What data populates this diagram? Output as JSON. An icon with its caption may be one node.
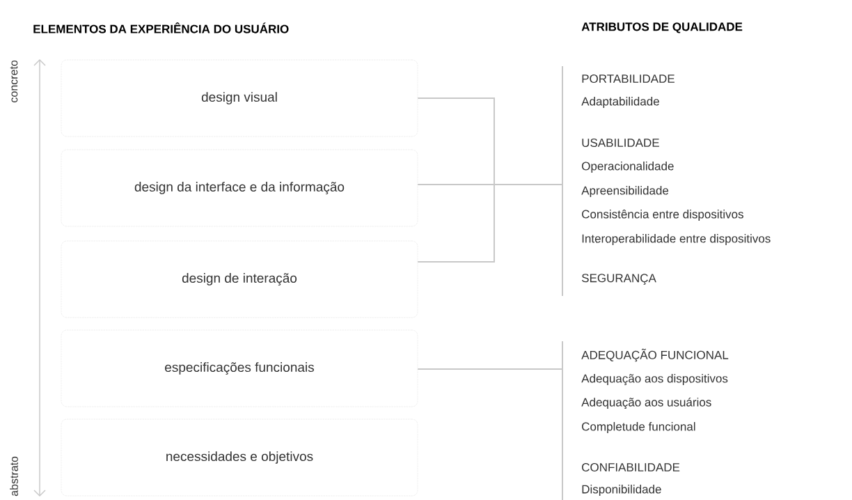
{
  "diagram": {
    "nodes": [
      {
        "text": [
          "design visual"
        ]
      },
      {
        "text": [
          "design da interface e da informação"
        ]
      },
      {
        "text": [
          "design de interação"
        ]
      },
      {
        "text": [
          "especificações funcionais"
        ]
      },
      {
        "text": [
          "necessidades e objetivos"
        ]
      },
      {
        "text": [
          "PORTABILIDADE",
          "Adaptabilidade",
          "USABILIDADE",
          "Operacionalidade",
          "Apreensibilidade",
          "Consistência entre dispositivos",
          "Interoperabilidade entre dispositivos",
          "SEGURANÇA"
        ]
      },
      {
        "text": [
          "ADEQUAÇÃO FUNCIONAL",
          "Adequação aos dispositivos",
          "Adequação aos usuários",
          "Completude funcional",
          "CONFIABILIDADE",
          "Disponibilidade"
        ]
      }
    ],
    "edges": [
      {
        "from": 0,
        "to": 5,
        "arrow": "none"
      },
      {
        "from": 1,
        "to": 5,
        "arrow": "none"
      },
      {
        "from": 2,
        "to": 5,
        "arrow": "none"
      },
      {
        "from": 3,
        "to": 6,
        "arrow": "none"
      }
    ],
    "labels": [
      "ELEMENTOS DA EXPERIÊNCIA DO USUÁRIO",
      "ATRIBUTOS DE QUALIDADE",
      "concreto",
      "abstrato"
    ]
  }
}
